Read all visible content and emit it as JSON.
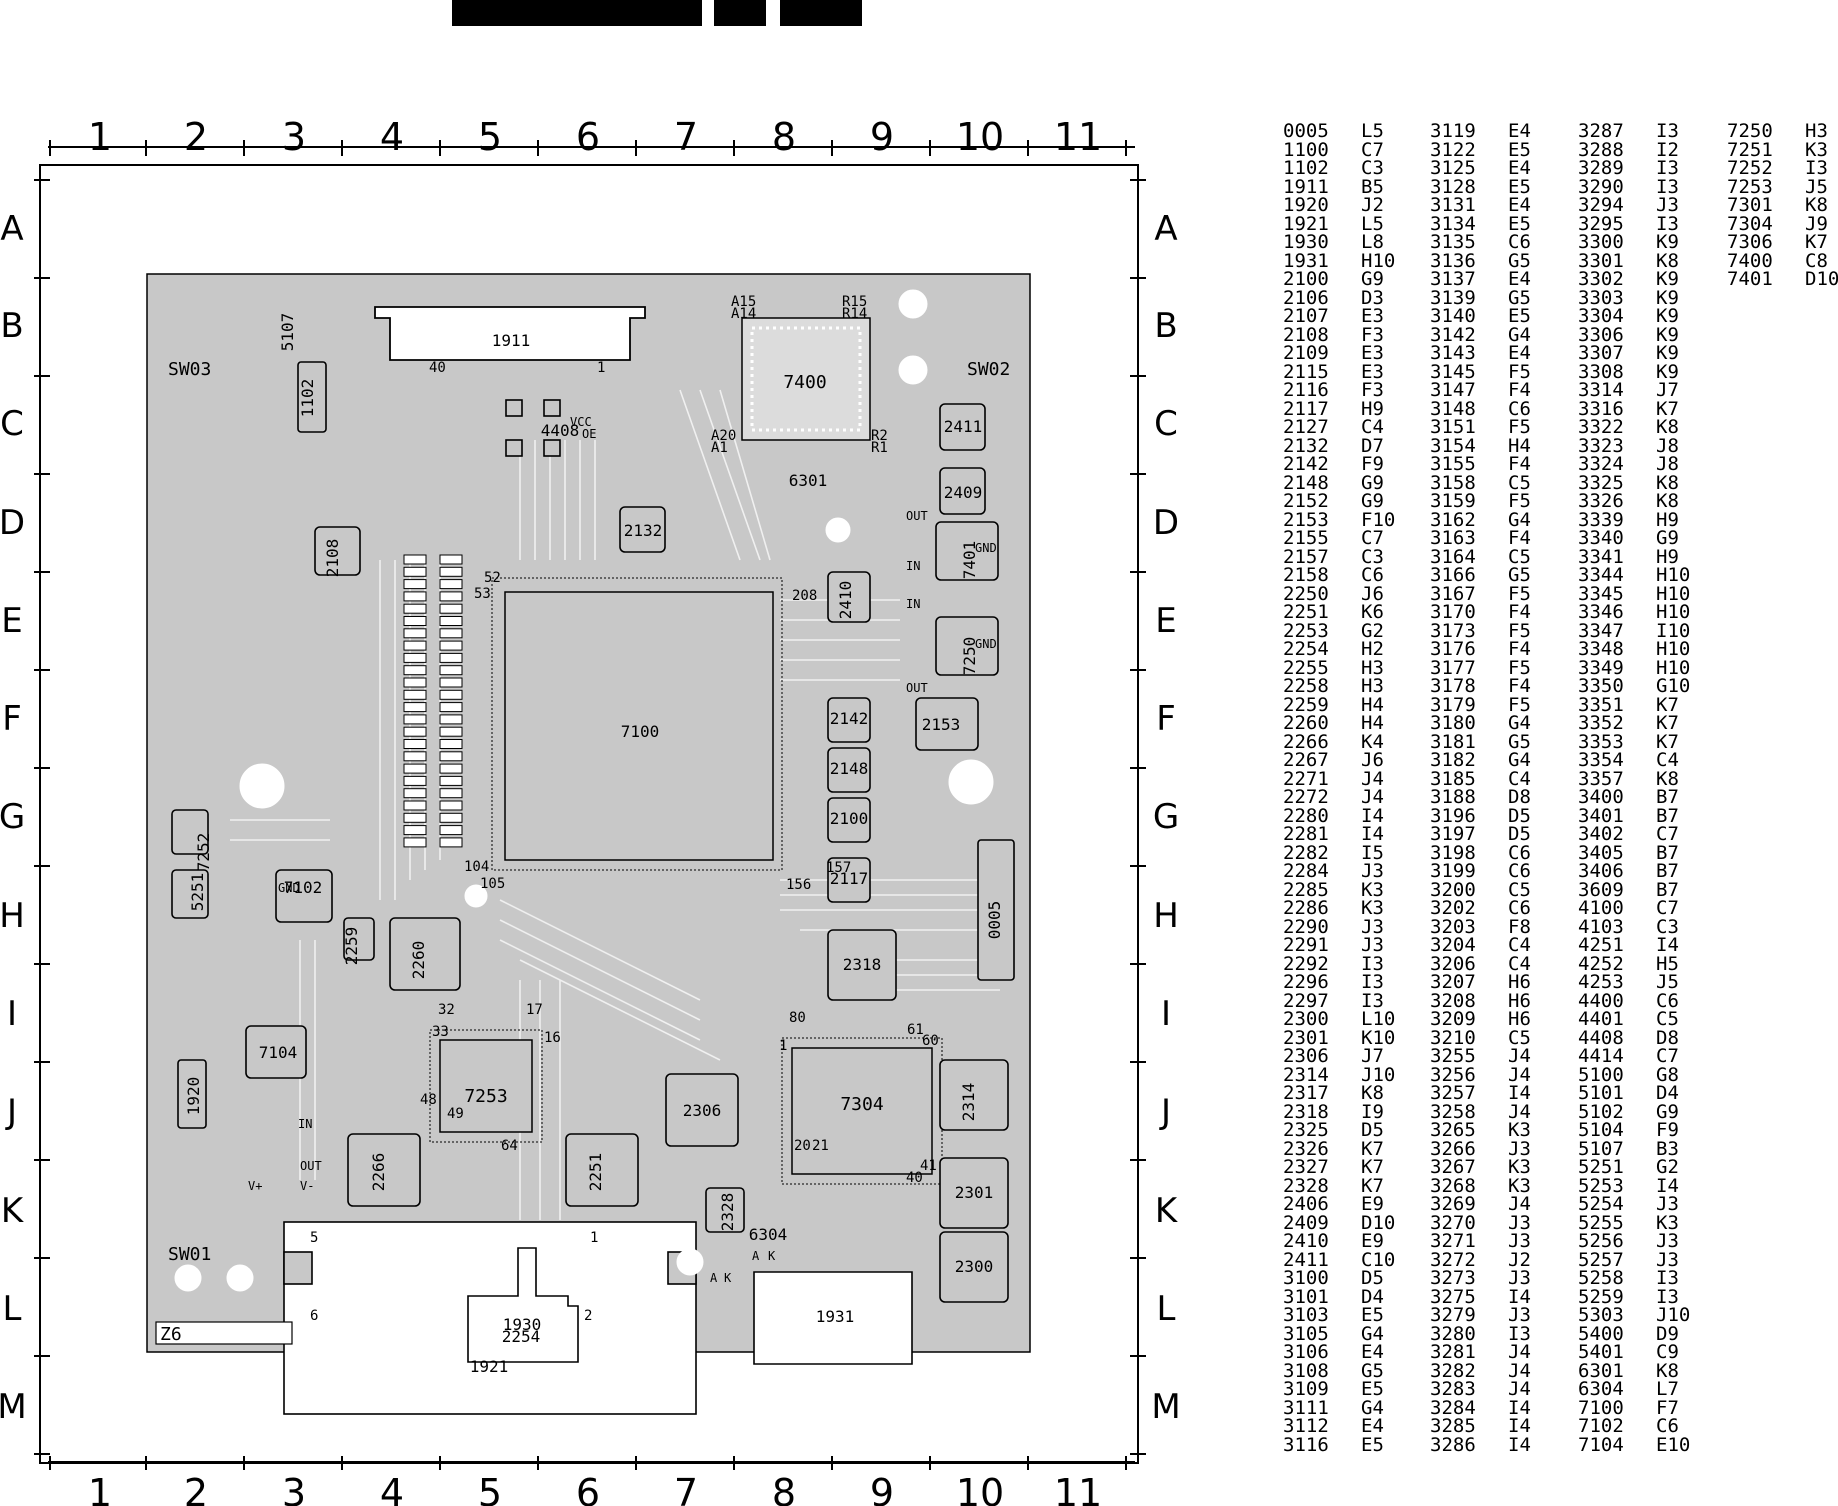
{
  "grid": {
    "columns": [
      "1",
      "2",
      "3",
      "4",
      "5",
      "6",
      "7",
      "8",
      "9",
      "10",
      "11"
    ],
    "rows": [
      "A",
      "B",
      "C",
      "D",
      "E",
      "F",
      "G",
      "H",
      "I",
      "J",
      "K",
      "L",
      "M"
    ]
  },
  "board": {
    "side_labels": [
      "SW03",
      "SW02",
      "SW01"
    ],
    "corner_label": "Z6",
    "ic_labels": [
      "7100",
      "7400",
      "7304",
      "7253"
    ],
    "component_labels": [
      "1911",
      "1102",
      "5107",
      "2108",
      "2132",
      "2410",
      "2409",
      "2411",
      "2142",
      "2148",
      "2100",
      "2117",
      "2153",
      "2318",
      "2260",
      "2259",
      "2306",
      "2251",
      "2266",
      "2314",
      "2301",
      "2300",
      "2328",
      "1920",
      "1921",
      "1930",
      "1931",
      "0005",
      "2254",
      "5251",
      "7252",
      "7104",
      "7401",
      "7250",
      "7102",
      "4408",
      "6301",
      "6304"
    ],
    "pin_labels": [
      "52",
      "53",
      "104",
      "105",
      "157",
      "156",
      "208",
      "1",
      "16",
      "17",
      "32",
      "33",
      "48",
      "49",
      "64",
      "80",
      "61",
      "60",
      "40",
      "41",
      "20",
      "21",
      "A15",
      "A14",
      "R15",
      "R14",
      "A20",
      "A1",
      "R2",
      "R1",
      "5",
      "6",
      "2",
      "1",
      "40",
      "1"
    ],
    "pad_labels": [
      "GND",
      "IN",
      "OUT",
      "IN",
      "OUT",
      "GND",
      "GND",
      "VCC",
      "OE",
      "V+",
      "V-",
      "IN",
      "OUT",
      "A",
      "K",
      "A",
      "K"
    ]
  },
  "reference_table": [
    [
      "0005",
      "L5"
    ],
    [
      "1100",
      "C7"
    ],
    [
      "1102",
      "C3"
    ],
    [
      "1911",
      "B5"
    ],
    [
      "1920",
      "J2"
    ],
    [
      "1921",
      "L5"
    ],
    [
      "1930",
      "L8"
    ],
    [
      "1931",
      "H10"
    ],
    [
      "2100",
      "G9"
    ],
    [
      "2106",
      "D3"
    ],
    [
      "2107",
      "E3"
    ],
    [
      "2108",
      "F3"
    ],
    [
      "2109",
      "E3"
    ],
    [
      "2115",
      "E3"
    ],
    [
      "2116",
      "F3"
    ],
    [
      "2117",
      "H9"
    ],
    [
      "2127",
      "C4"
    ],
    [
      "2132",
      "D7"
    ],
    [
      "2142",
      "F9"
    ],
    [
      "2148",
      "G9"
    ],
    [
      "2152",
      "G9"
    ],
    [
      "2153",
      "F10"
    ],
    [
      "2155",
      "C7"
    ],
    [
      "2157",
      "C3"
    ],
    [
      "2158",
      "C6"
    ],
    [
      "2250",
      "J6"
    ],
    [
      "2251",
      "K6"
    ],
    [
      "2253",
      "G2"
    ],
    [
      "2254",
      "H2"
    ],
    [
      "2255",
      "H3"
    ],
    [
      "2258",
      "H3"
    ],
    [
      "2259",
      "H4"
    ],
    [
      "2260",
      "H4"
    ],
    [
      "2266",
      "K4"
    ],
    [
      "2267",
      "J6"
    ],
    [
      "2271",
      "J4"
    ],
    [
      "2272",
      "J4"
    ],
    [
      "2280",
      "I4"
    ],
    [
      "2281",
      "I4"
    ],
    [
      "2282",
      "I5"
    ],
    [
      "2284",
      "J3"
    ],
    [
      "2285",
      "K3"
    ],
    [
      "2286",
      "K3"
    ],
    [
      "2290",
      "J3"
    ],
    [
      "2291",
      "J3"
    ],
    [
      "2292",
      "I3"
    ],
    [
      "2296",
      "I3"
    ],
    [
      "2297",
      "I3"
    ],
    [
      "2300",
      "L10"
    ],
    [
      "2301",
      "K10"
    ],
    [
      "2306",
      "J7"
    ],
    [
      "2314",
      "J10"
    ],
    [
      "2317",
      "K8"
    ],
    [
      "2318",
      "I9"
    ],
    [
      "2325",
      "D5"
    ],
    [
      "2326",
      "K7"
    ],
    [
      "2327",
      "K7"
    ],
    [
      "2328",
      "K7"
    ],
    [
      "2406",
      "E9"
    ],
    [
      "2409",
      "D10"
    ],
    [
      "2410",
      "E9"
    ],
    [
      "2411",
      "C10"
    ],
    [
      "3100",
      "D5"
    ],
    [
      "3101",
      "D4"
    ],
    [
      "3103",
      "E5"
    ],
    [
      "3105",
      "G4"
    ],
    [
      "3106",
      "E4"
    ],
    [
      "3108",
      "G5"
    ],
    [
      "3109",
      "E5"
    ],
    [
      "3111",
      "G4"
    ],
    [
      "3112",
      "E4"
    ],
    [
      "3116",
      "E5"
    ],
    [
      "3119",
      "E4"
    ],
    [
      "3122",
      "E5"
    ],
    [
      "3125",
      "E4"
    ],
    [
      "3128",
      "E5"
    ],
    [
      "3131",
      "E4"
    ],
    [
      "3134",
      "E5"
    ],
    [
      "3135",
      "C6"
    ],
    [
      "3136",
      "G5"
    ],
    [
      "3137",
      "E4"
    ],
    [
      "3139",
      "G5"
    ],
    [
      "3140",
      "E5"
    ],
    [
      "3142",
      "G4"
    ],
    [
      "3143",
      "E4"
    ],
    [
      "3145",
      "F5"
    ],
    [
      "3147",
      "F4"
    ],
    [
      "3148",
      "C6"
    ],
    [
      "3151",
      "F5"
    ],
    [
      "3154",
      "H4"
    ],
    [
      "3155",
      "F4"
    ],
    [
      "3158",
      "C5"
    ],
    [
      "3159",
      "F5"
    ],
    [
      "3162",
      "G4"
    ],
    [
      "3163",
      "F4"
    ],
    [
      "3164",
      "C5"
    ],
    [
      "3166",
      "G5"
    ],
    [
      "3167",
      "F5"
    ],
    [
      "3170",
      "F4"
    ],
    [
      "3173",
      "F5"
    ],
    [
      "3176",
      "F4"
    ],
    [
      "3177",
      "F5"
    ],
    [
      "3178",
      "F4"
    ],
    [
      "3179",
      "F5"
    ],
    [
      "3180",
      "G4"
    ],
    [
      "3181",
      "G5"
    ],
    [
      "3182",
      "G4"
    ],
    [
      "3185",
      "C4"
    ],
    [
      "3188",
      "D8"
    ],
    [
      "3196",
      "D5"
    ],
    [
      "3197",
      "D5"
    ],
    [
      "3198",
      "C6"
    ],
    [
      "3199",
      "C6"
    ],
    [
      "3200",
      "C5"
    ],
    [
      "3202",
      "C6"
    ],
    [
      "3203",
      "F8"
    ],
    [
      "3204",
      "C4"
    ],
    [
      "3206",
      "C4"
    ],
    [
      "3207",
      "H6"
    ],
    [
      "3208",
      "H6"
    ],
    [
      "3209",
      "H6"
    ],
    [
      "3210",
      "C5"
    ],
    [
      "3255",
      "J4"
    ],
    [
      "3256",
      "J4"
    ],
    [
      "3257",
      "I4"
    ],
    [
      "3258",
      "J4"
    ],
    [
      "3265",
      "K3"
    ],
    [
      "3266",
      "J3"
    ],
    [
      "3267",
      "K3"
    ],
    [
      "3268",
      "K3"
    ],
    [
      "3269",
      "J4"
    ],
    [
      "3270",
      "J3"
    ],
    [
      "3271",
      "J3"
    ],
    [
      "3272",
      "J2"
    ],
    [
      "3273",
      "J3"
    ],
    [
      "3275",
      "I4"
    ],
    [
      "3279",
      "J3"
    ],
    [
      "3280",
      "I3"
    ],
    [
      "3281",
      "J4"
    ],
    [
      "3282",
      "J4"
    ],
    [
      "3283",
      "J4"
    ],
    [
      "3284",
      "I4"
    ],
    [
      "3285",
      "I4"
    ],
    [
      "3286",
      "I4"
    ],
    [
      "3287",
      "I3"
    ],
    [
      "3288",
      "I2"
    ],
    [
      "3289",
      "I3"
    ],
    [
      "3290",
      "I3"
    ],
    [
      "3294",
      "J3"
    ],
    [
      "3295",
      "I3"
    ],
    [
      "3300",
      "K9"
    ],
    [
      "3301",
      "K8"
    ],
    [
      "3302",
      "K9"
    ],
    [
      "3303",
      "K9"
    ],
    [
      "3304",
      "K9"
    ],
    [
      "3306",
      "K9"
    ],
    [
      "3307",
      "K9"
    ],
    [
      "3308",
      "K9"
    ],
    [
      "3314",
      "J7"
    ],
    [
      "3316",
      "K7"
    ],
    [
      "3322",
      "K8"
    ],
    [
      "3323",
      "J8"
    ],
    [
      "3324",
      "J8"
    ],
    [
      "3325",
      "K8"
    ],
    [
      "3326",
      "K8"
    ],
    [
      "3339",
      "H9"
    ],
    [
      "3340",
      "G9"
    ],
    [
      "3341",
      "H9"
    ],
    [
      "3344",
      "H10"
    ],
    [
      "3345",
      "H10"
    ],
    [
      "3346",
      "H10"
    ],
    [
      "3347",
      "I10"
    ],
    [
      "3348",
      "H10"
    ],
    [
      "3349",
      "H10"
    ],
    [
      "3350",
      "G10"
    ],
    [
      "3351",
      "K7"
    ],
    [
      "3352",
      "K7"
    ],
    [
      "3353",
      "K7"
    ],
    [
      "3354",
      "C4"
    ],
    [
      "3357",
      "K8"
    ],
    [
      "3400",
      "B7"
    ],
    [
      "3401",
      "B7"
    ],
    [
      "3402",
      "C7"
    ],
    [
      "3405",
      "B7"
    ],
    [
      "3406",
      "B7"
    ],
    [
      "3609",
      "B7"
    ],
    [
      "4100",
      "C7"
    ],
    [
      "4103",
      "C3"
    ],
    [
      "4251",
      "I4"
    ],
    [
      "4252",
      "H5"
    ],
    [
      "4253",
      "J5"
    ],
    [
      "4400",
      "C6"
    ],
    [
      "4401",
      "C5"
    ],
    [
      "4408",
      "D8"
    ],
    [
      "4414",
      "C7"
    ],
    [
      "5100",
      "G8"
    ],
    [
      "5101",
      "D4"
    ],
    [
      "5102",
      "G9"
    ],
    [
      "5104",
      "F9"
    ],
    [
      "5107",
      "B3"
    ],
    [
      "5251",
      "G2"
    ],
    [
      "5253",
      "I4"
    ],
    [
      "5254",
      "J3"
    ],
    [
      "5255",
      "K3"
    ],
    [
      "5256",
      "J3"
    ],
    [
      "5257",
      "J3"
    ],
    [
      "5258",
      "I3"
    ],
    [
      "5259",
      "I3"
    ],
    [
      "5303",
      "J10"
    ],
    [
      "5400",
      "D9"
    ],
    [
      "5401",
      "C9"
    ],
    [
      "6301",
      "K8"
    ],
    [
      "6304",
      "L7"
    ],
    [
      "7100",
      "F7"
    ],
    [
      "7102",
      "C6"
    ],
    [
      "7104",
      "E10"
    ],
    [
      "7250",
      "H3"
    ],
    [
      "7251",
      "K3"
    ],
    [
      "7252",
      "I3"
    ],
    [
      "7253",
      "J5"
    ],
    [
      "7301",
      "K8"
    ],
    [
      "7304",
      "J9"
    ],
    [
      "7306",
      "K7"
    ],
    [
      "7400",
      "C8"
    ],
    [
      "7401",
      "D10"
    ]
  ]
}
